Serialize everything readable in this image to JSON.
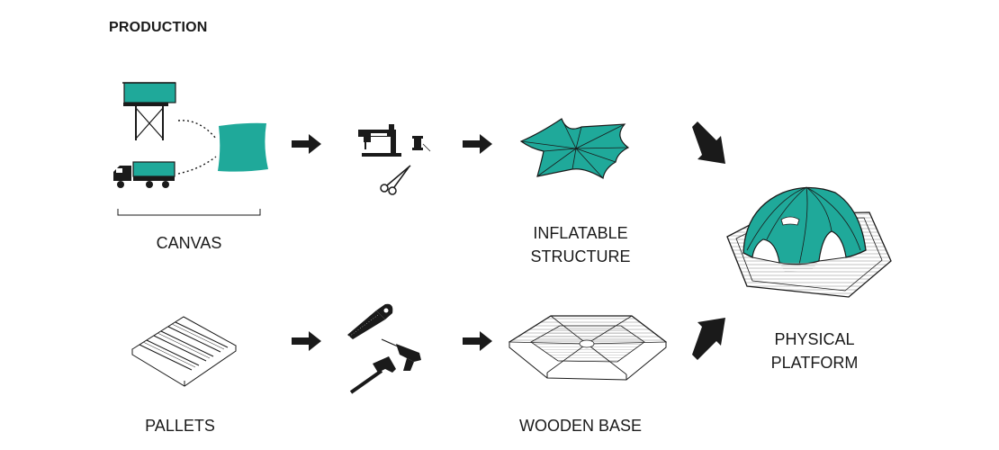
{
  "header": {
    "title": "PRODUCTION"
  },
  "labels": {
    "canvas": "CANVAS",
    "inflatable_structure": "INFLATABLE\nSTRUCTURE",
    "physical_platform": "PHYSICAL\nPLATFORM",
    "pallets": "PALLETS",
    "wooden_base": "WOODEN BASE"
  },
  "icons": [
    "billboard-icon",
    "truck-icon",
    "canvas-sheet-icon",
    "sewing-machine-icon",
    "thread-spool-icon",
    "scissors-icon",
    "inflatable-membrane-icon",
    "dome-platform-icon",
    "pallet-icon",
    "handsaw-icon",
    "drill-icon",
    "hammer-icon",
    "wooden-base-icon",
    "arrow-icon"
  ],
  "colors": {
    "accent": "#1fa99a",
    "ink": "#1a1a1a"
  }
}
